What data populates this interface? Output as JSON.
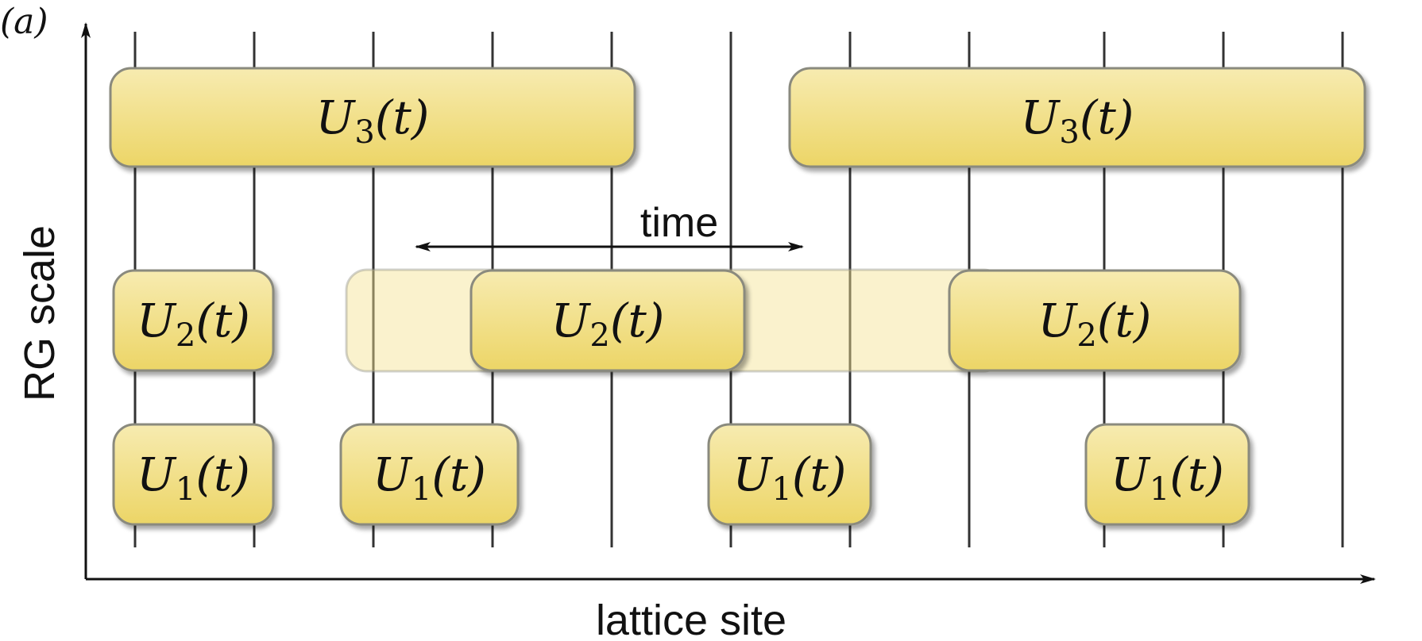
{
  "panel_label": "(a)",
  "axes": {
    "x_label": "lattice site",
    "y_label": "RG scale"
  },
  "annotation": {
    "time_label": "time"
  },
  "gate_symbol": "U",
  "gate_arg": "(t)",
  "colors": {
    "gate_fill_top": "#f7ebb0",
    "gate_fill_bottom": "#ecd566",
    "gate_stroke": "#8a8a7e",
    "ghost_fill": "#f3e390",
    "line": "#333333",
    "text": "#111111"
  },
  "layers": [
    {
      "level": 3,
      "gates": [
        {
          "index": "3"
        },
        {
          "index": "3"
        }
      ]
    },
    {
      "level": 2,
      "gates": [
        {
          "index": "2"
        },
        {
          "index": "2"
        },
        {
          "index": "2"
        }
      ]
    },
    {
      "level": 1,
      "gates": [
        {
          "index": "1"
        },
        {
          "index": "1"
        },
        {
          "index": "1"
        },
        {
          "index": "1"
        }
      ]
    }
  ],
  "ghost_gate_count": 1
}
